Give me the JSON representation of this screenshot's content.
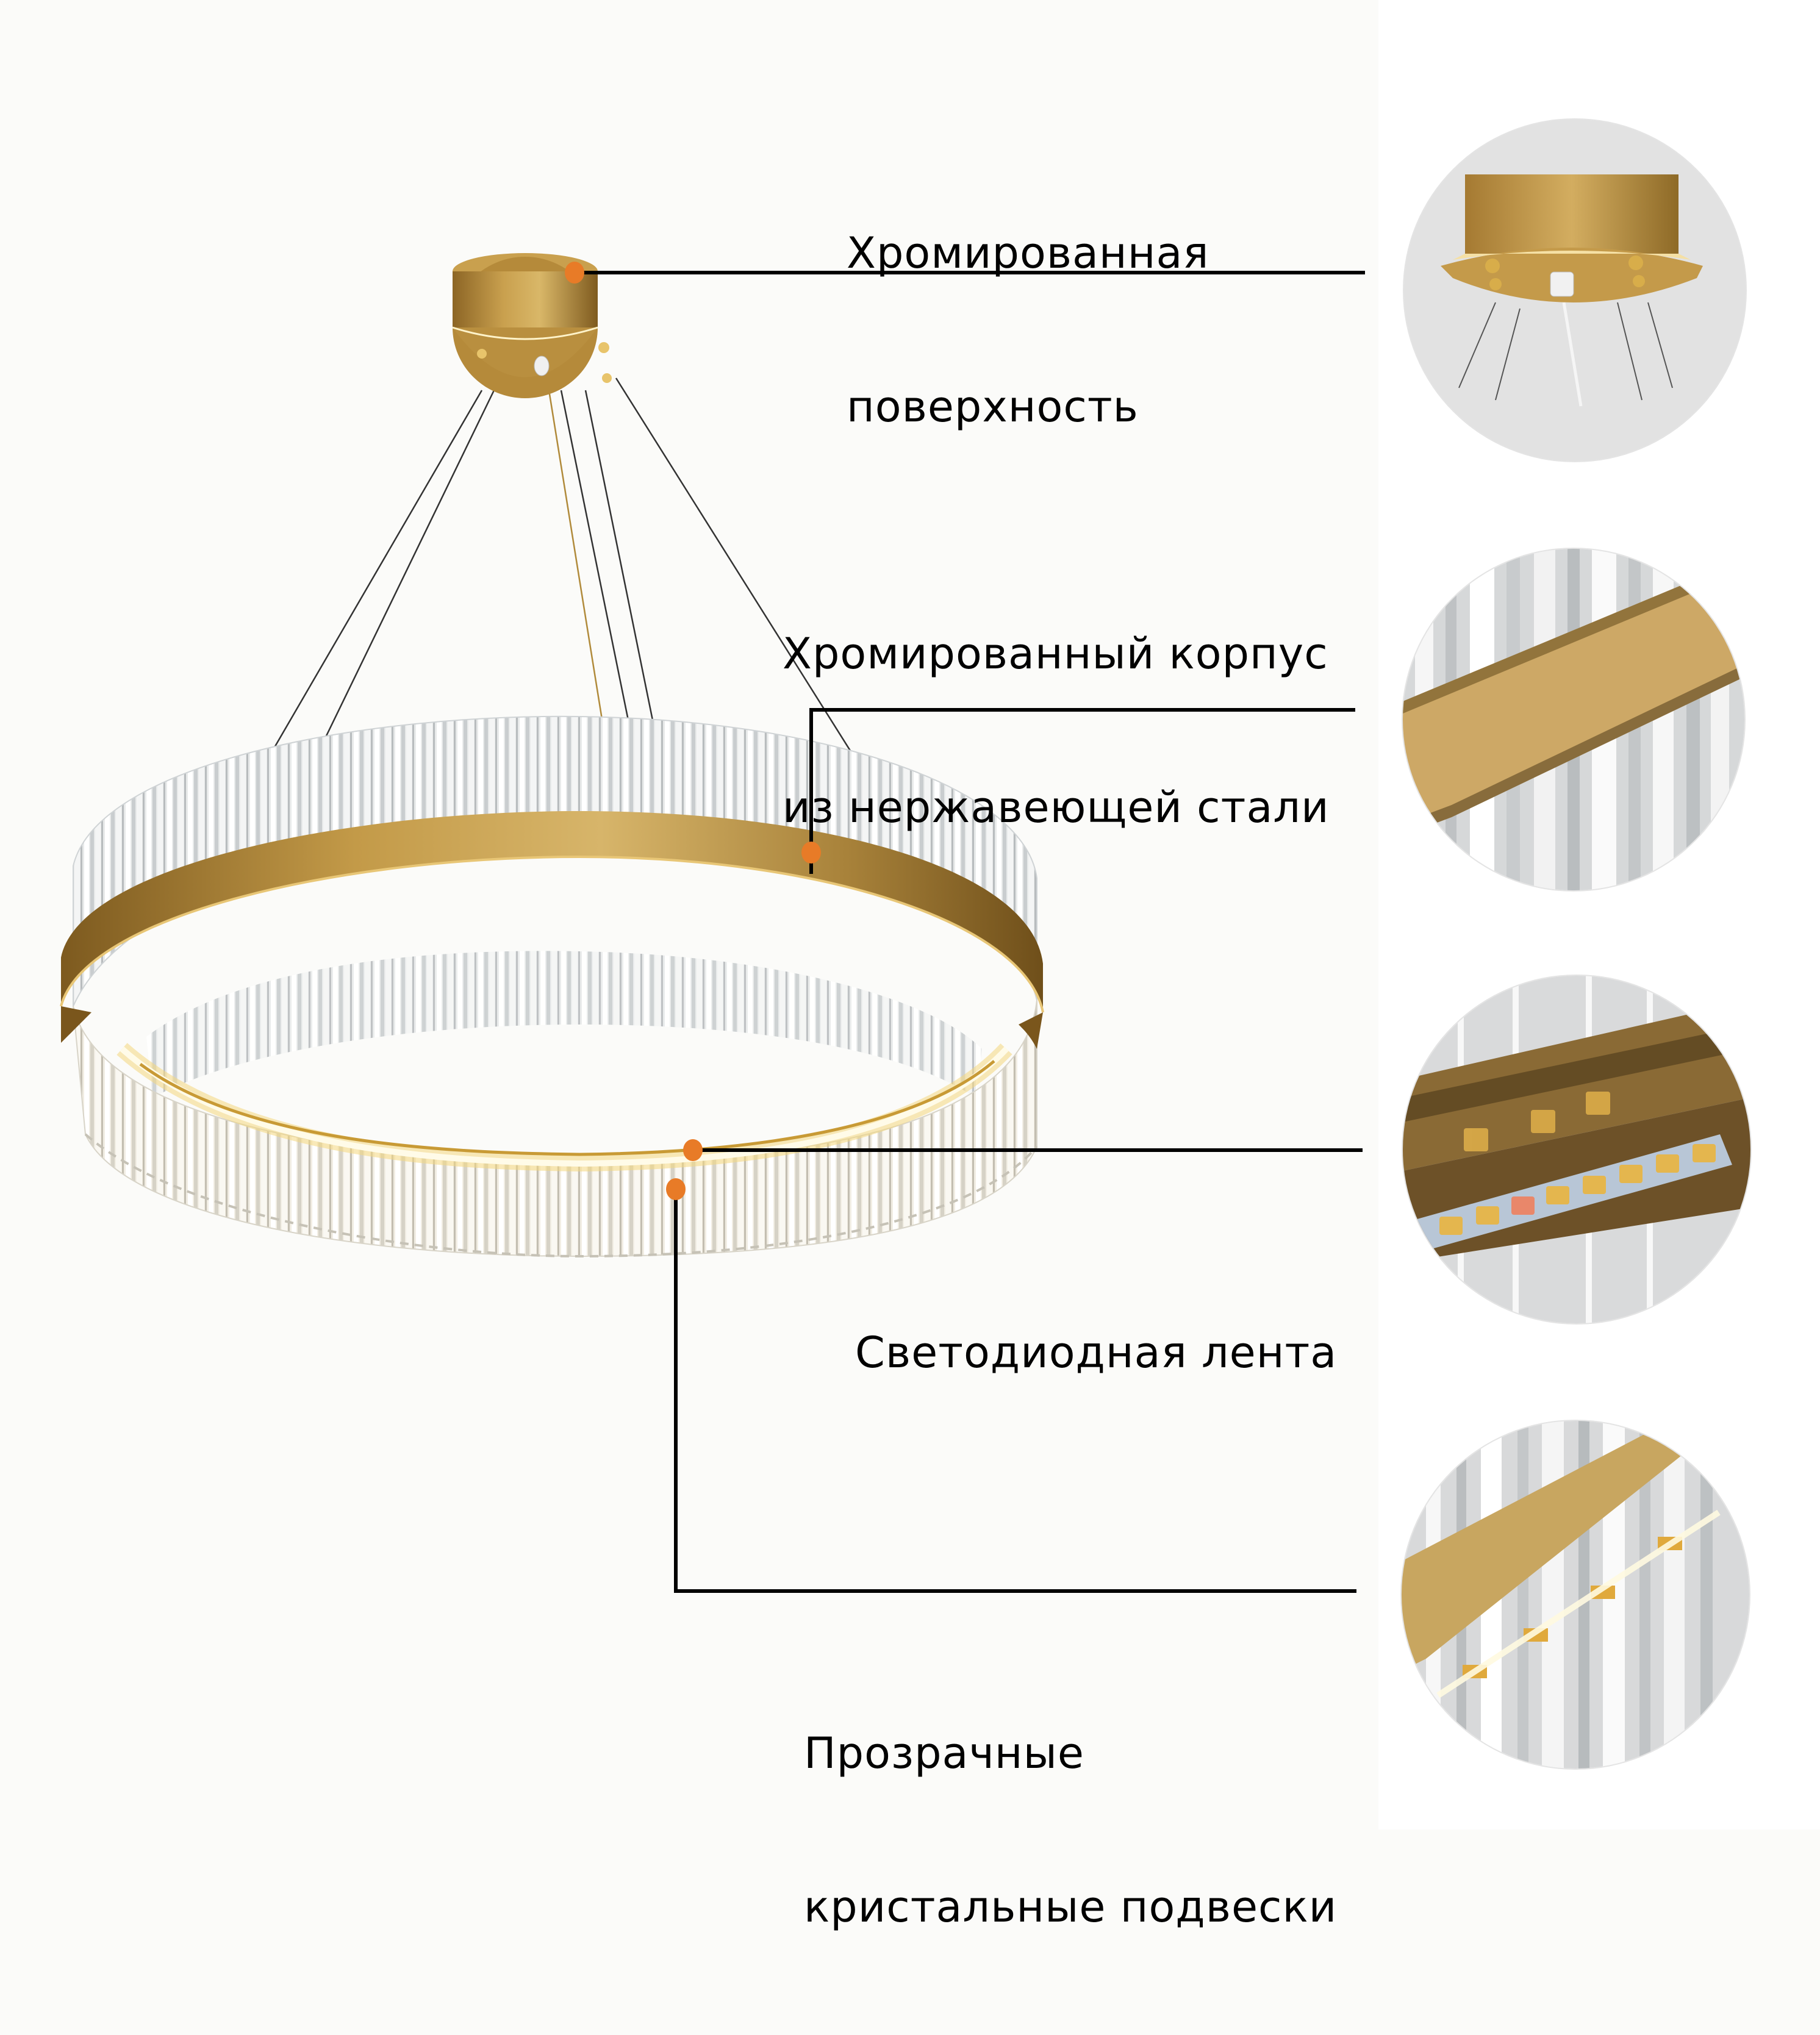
{
  "colors": {
    "background": "#fbfbf9",
    "accent_dot": "#e87b27",
    "leader_line": "#000000",
    "brass": "#b8913f",
    "brass_dark": "#8a6524",
    "crystal": "#dfe2e3",
    "led_glow": "#f7d774"
  },
  "callouts": [
    {
      "id": "chrome-surface",
      "lines": [
        "Хромированная",
        "поверхность"
      ],
      "thumbnail": "ceiling-canopy-closeup"
    },
    {
      "id": "steel-body",
      "lines": [
        "Хромированный корпус",
        "из нержавеющей стали"
      ],
      "thumbnail": "brass-band-closeup"
    },
    {
      "id": "led-strip",
      "lines": [
        "Светодиодная лента"
      ],
      "thumbnail": "led-strip-closeup"
    },
    {
      "id": "crystal-pendants",
      "lines": [
        "Прозрачные",
        "кристальные подвески"
      ],
      "thumbnail": "crystal-pendants-closeup"
    }
  ],
  "product": {
    "type": "ring-chandelier",
    "parts": [
      "ceiling-canopy",
      "suspension-cables",
      "crystal-ring",
      "brass-band",
      "led-strip"
    ]
  }
}
